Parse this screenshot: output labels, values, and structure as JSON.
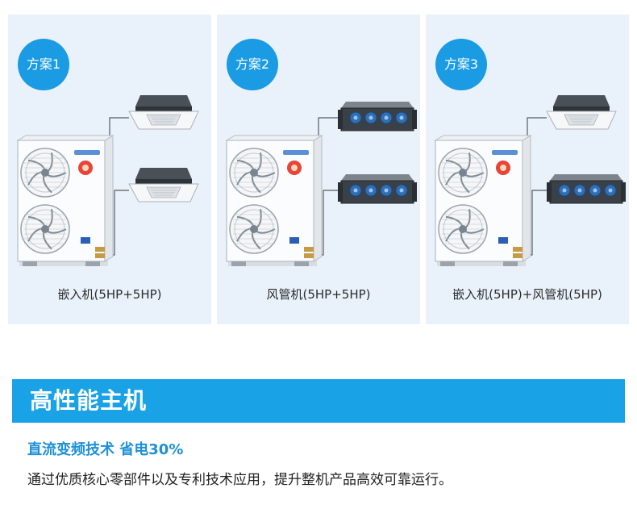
{
  "schemes": [
    {
      "badge": "方案1",
      "caption": "嵌入机(5HP+5HP)",
      "indoor_types": [
        "cassette",
        "cassette"
      ]
    },
    {
      "badge": "方案2",
      "caption": "风管机(5HP+5HP)",
      "indoor_types": [
        "duct",
        "duct"
      ]
    },
    {
      "badge": "方案3",
      "caption": "嵌入机(5HP)+风管机(5HP)",
      "indoor_types": [
        "cassette",
        "duct"
      ]
    }
  ],
  "section": {
    "title": "高性能主机",
    "subtitle": "直流变频技术  省电30%",
    "description": "通过优质核心零部件以及专利技术应用，提升整机产品高效可靠运行。"
  },
  "colors": {
    "accent": "#1aa2e6",
    "panel_bg": "#e9f2fb",
    "subtitle": "#1e90d8"
  }
}
